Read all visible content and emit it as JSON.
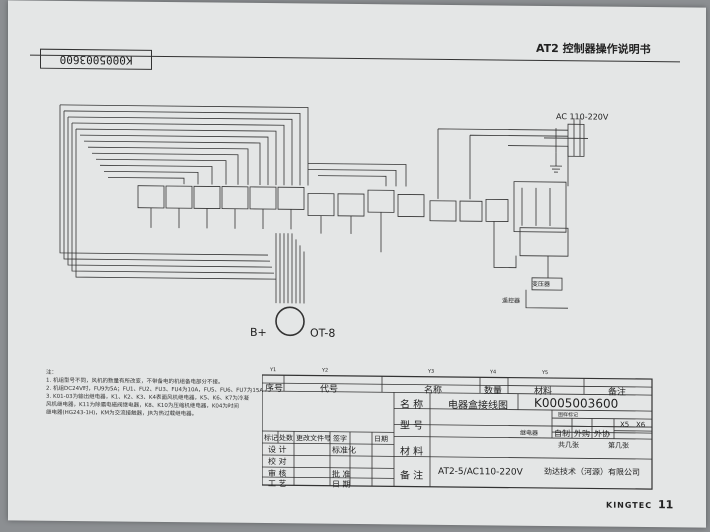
{
  "header": {
    "title": "AT2 控制器操作说明书",
    "code": "K0005003600"
  },
  "diagram": {
    "supply_label": "AC 110-220V",
    "battery_label": "B+",
    "ot_label": "OT-8",
    "transformer_label": "变压器",
    "remote_label": "遥控器"
  },
  "notes": {
    "title": "注：",
    "lines": [
      "1. 机组型号不同，风机的数量有所改变，不带备电的机组备电部分不接。",
      "2. 机组DC24V时，FU9为5A；FU1、FU2、FU3、FU4为10A，FU5、FU6、FU7为15A",
      "3. K01-03为输出继电器，K1、K2、K3、K4表面风机继电器，K5、K6、K7为冷凝",
      "   风机继电器，K11为除霜电磁阀继电器，K8、K10为压缩机继电器，K04为时间",
      "   继电器(HG243-1H)，KM为交流接触器，JR为热过载继电器。"
    ]
  },
  "title_block": {
    "col_marks": [
      "Y1",
      "Y2",
      "Y3",
      "Y4",
      "Y5"
    ],
    "col_headers": [
      "序号",
      "代号",
      "名称",
      "数量",
      "材料",
      "备注"
    ],
    "name_label": "名 称",
    "name_value": "电器盒接线图",
    "code_value": "K0005003600",
    "model_label": "型 号",
    "material_label": "材 料",
    "remark_label": "备 注",
    "remark_value": "AT2-5/AC110-220V",
    "source_label": "图样标记",
    "source_options": [
      "继电器",
      "自制",
      "外购",
      "外协"
    ],
    "scale_labels": [
      "X5",
      "X6"
    ],
    "sheets_total": "共几张",
    "sheet_no": "第几张",
    "company": "劲达技术（河源）有限公司",
    "revision_headers": [
      "标记",
      "处数",
      "更改文件号",
      "签字",
      "日期"
    ],
    "rows": [
      "设 计",
      "校 对",
      "审 核",
      "工 艺"
    ],
    "std_label": "标准化",
    "approve_label": "批 准",
    "date_label": "日 期"
  },
  "footer": {
    "brand": "KINGTEC",
    "page": "11"
  }
}
